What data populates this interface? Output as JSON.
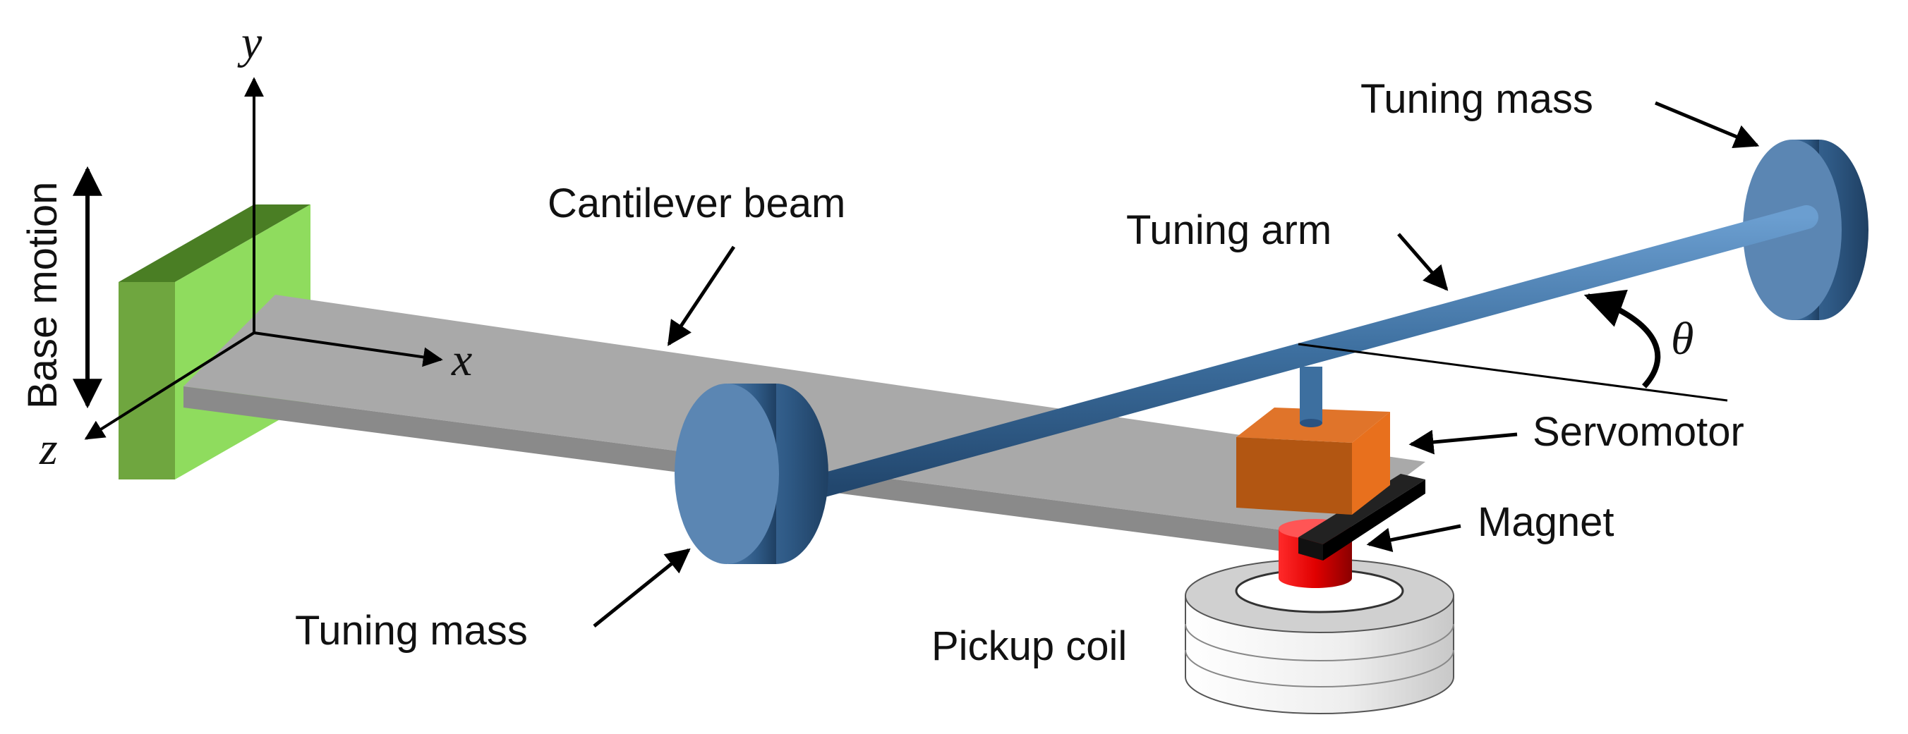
{
  "labels": {
    "base_motion": "Base motion",
    "cantilever_beam": "Cantilever beam",
    "tuning_arm": "Tuning arm",
    "tuning_mass_top": "Tuning mass",
    "tuning_mass_bottom": "Tuning mass",
    "servomotor": "Servomotor",
    "magnet": "Magnet",
    "pickup_coil": "Pickup coil",
    "theta": "θ"
  },
  "axes": {
    "x": "x",
    "y": "y",
    "z": "z"
  },
  "colors": {
    "base_block": "#6fb83a",
    "beam": "#a9a9a9",
    "arm": "#3d6f9f",
    "mass": "#5b86b3",
    "servomotor": "#e06a18",
    "magnet": "#e01010",
    "coil": "#f2f2f2"
  }
}
